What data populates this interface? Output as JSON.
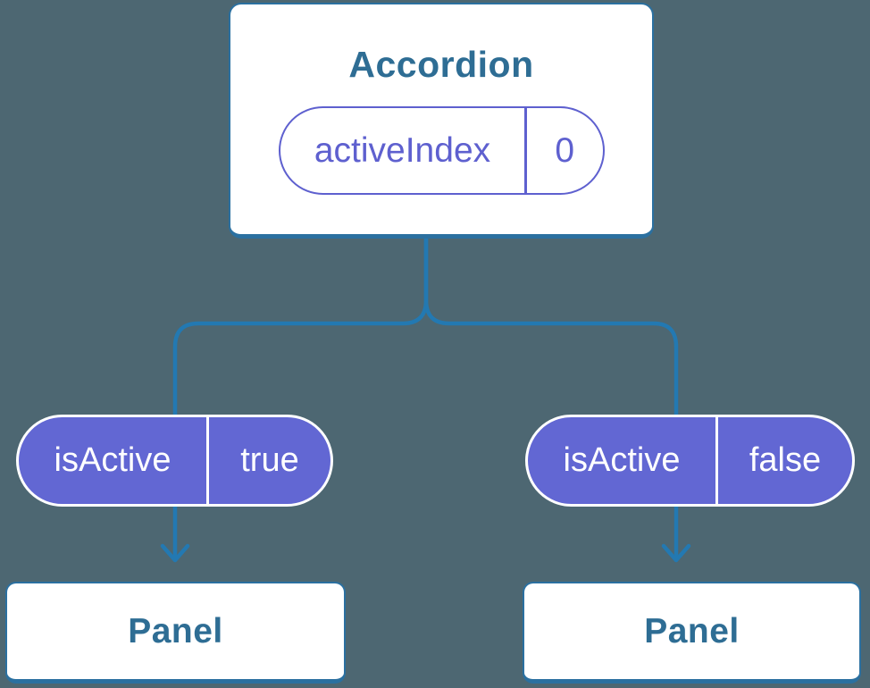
{
  "colors": {
    "background": "#4d6772",
    "card_bg": "#ffffff",
    "card_border": "#2b70a0",
    "connector": "#2379b2",
    "heading_text": "#2e6d94",
    "prop_purple": "#5e60cf",
    "pill_fill": "#6267d3",
    "pill_text": "#ffffff"
  },
  "tree": {
    "root": {
      "label": "Accordion",
      "state": {
        "name": "activeIndex",
        "value": "0"
      }
    },
    "branches": [
      {
        "prop": {
          "name": "isActive",
          "value": "true"
        },
        "child": {
          "label": "Panel"
        }
      },
      {
        "prop": {
          "name": "isActive",
          "value": "false"
        },
        "child": {
          "label": "Panel"
        }
      }
    ]
  }
}
